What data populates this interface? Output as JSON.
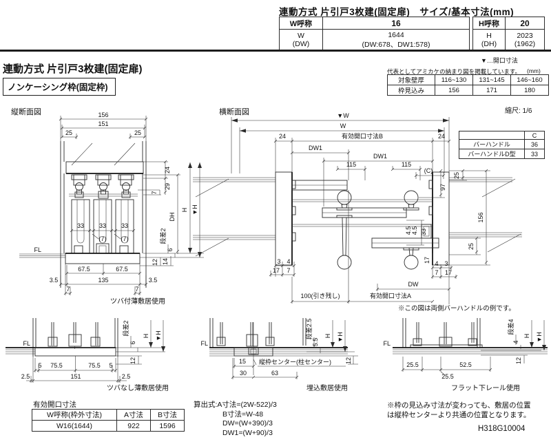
{
  "top": {
    "title": "連動方式 片引戸3枚建(固定扉)　サイズ/基本寸法(mm)",
    "w_table": {
      "h": "W呼称",
      "hv": "16",
      "r1": "W",
      "r2": "(DW)",
      "v1": "1644",
      "v2": "(DW:678、DW1:578)"
    },
    "h_table": {
      "h": "H呼称",
      "hv": "20",
      "r1": "H",
      "r2": "(DH)",
      "v1": "2023",
      "v2": "(1962)"
    }
  },
  "titleblock": {
    "title": "連動方式 片引戸3枚建(固定扉)",
    "subtitle": "ノンケーシング枠(固定枠)",
    "legend": "▼…開口寸法",
    "rep_note": "代表としてアミカケの納まり図を掲載しています。",
    "unit": "(mm)",
    "wall": {
      "r1": [
        "対象壁厚",
        "116~130",
        "131~145",
        "146~160"
      ],
      "r2": [
        "枠見込み",
        "156",
        "171",
        "180"
      ]
    }
  },
  "scale_label": "縮尺: 1/6",
  "handle_table": {
    "c0": "",
    "c1": "C",
    "r1": [
      "バーハンドル",
      "36"
    ],
    "r2": [
      "バーハンドルD型",
      "33"
    ]
  },
  "vs": {
    "label": "縦断面図",
    "caption": "ツバ付薄敷居使用",
    "d156": "156",
    "d151": "151",
    "d25l": "25",
    "d25r": "25",
    "d24": "24",
    "d29": "29",
    "d7r": "7",
    "d33a": "33",
    "d33b": "33",
    "d33c": "33",
    "g7a": "(7)",
    "g7b": "(7)",
    "fl": "FL",
    "d675a": "67.5",
    "d675b": "67.5",
    "d35l": "3.5",
    "d135": "135",
    "d35r": "3.5",
    "d7a": "7",
    "d7b": "7",
    "step": "段差2",
    "d6": "6",
    "d12": "12",
    "d14": "14",
    "dh": "DH",
    "h": "H",
    "hv": "▼H"
  },
  "hs": {
    "label": "横断面図",
    "wv": "▼W",
    "w": "W",
    "b": "有効開口寸法B",
    "d24l": "24",
    "d24r": "24",
    "dw1a": "DW1",
    "dw1b": "DW1",
    "d115a": "115",
    "d115b": "115",
    "c": "(C)",
    "d97": "97",
    "d25t": "25",
    "d156": "156",
    "d25b": "25",
    "d45a": "4.5",
    "d45b": "4.5",
    "d33": "33",
    "l3": "3",
    "l4": "4",
    "l17": "17",
    "l7": "7",
    "r17": "17",
    "r4": "4",
    "r3": "3",
    "r7": "7",
    "r17b": "17",
    "d100": "100(引き残し)",
    "dw": "DW",
    "a": "有効開口寸法A",
    "note": "※この図は両側バーハンドルの例です。"
  },
  "dt1": {
    "caption": "ツバなし薄敷居使用",
    "fl": "FL",
    "d5a": "5",
    "d755a": "75.5",
    "d755b": "75.5",
    "d5b": "5",
    "d25a": "2.5",
    "d151": "151",
    "d25b": "2.5",
    "step": "段差2",
    "d6": "6",
    "d12": "12",
    "h": "H",
    "hv": "▼H"
  },
  "dt2": {
    "caption": "埋込敷居使用",
    "fl": "FL",
    "d15": "15",
    "center": "縦枠センター(柱センター)",
    "d30": "30",
    "d63": "63",
    "step": "段差2.5",
    "d55": "5.5",
    "d12": "12",
    "h": "H",
    "hv": "▼H"
  },
  "dt3": {
    "caption": "フラット下レール使用",
    "fl": "FL",
    "d255a": "25.5",
    "d525": "52.5",
    "d255b": "25.5",
    "step": "段差4",
    "d4": "4",
    "d12": "12",
    "h": "H",
    "hv": "▼H"
  },
  "bottom": {
    "table_title": "有効開口寸法",
    "headers": [
      "W呼称(枠外寸法)",
      "A寸法",
      "B寸法"
    ],
    "row": [
      "W16(1644)",
      "922",
      "1596"
    ],
    "f1": "算出式:A寸法=(2W-522)/3",
    "f2": "B寸法=W-48",
    "f3": "DW=(W+390)/3",
    "f4": "DW1=(W+90)/3",
    "note1": "※枠の見込み寸法が変わっても、敷居の位置",
    "note2": "は縦枠センターより共通の位置となります。",
    "code": "H318G10004"
  }
}
